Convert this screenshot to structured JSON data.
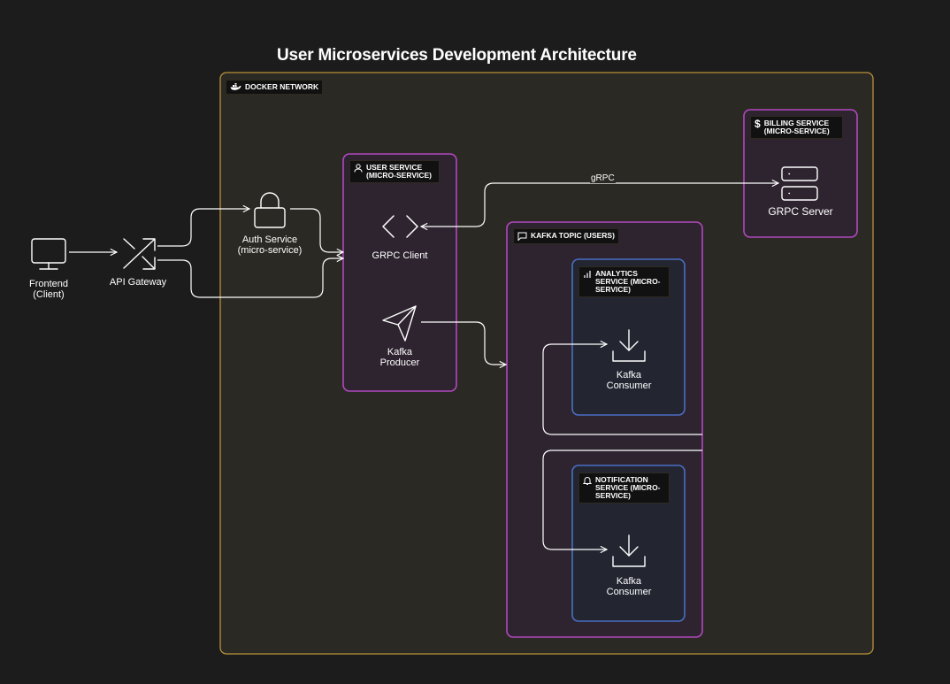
{
  "title": "User Microservices Development Architecture",
  "groups": {
    "docker_network": "DOCKER NETWORK",
    "user_service": "USER SERVICE (MICRO-SERVICE)",
    "billing_service": "BILLING SERVICE (MICRO-SERVICE)",
    "kafka_topic": "KAFKA TOPIC (USERS)",
    "analytics_service": "ANALYTICS SERVICE (MICRO-SERVICE)",
    "notification_service": "NOTIFICATION SERVICE (MICRO-SERVICE)"
  },
  "nodes": {
    "frontend": "Frontend (Client)",
    "api_gateway": "API Gateway",
    "auth_service": "Auth Service (micro-service)",
    "grpc_client": "GRPC Client",
    "kafka_producer": "Kafka Producer",
    "grpc_server": "GRPC Server",
    "analytics_consumer": "Kafka Consumer",
    "notification_consumer": "Kafka Consumer"
  },
  "edges": {
    "grpc": "gRPC"
  },
  "colors": {
    "background": "#1c1c1c",
    "docker_border": "#b8923a",
    "docker_fill": "#2b2923",
    "service_border": "#b148c0",
    "service_fill": "#2e2430",
    "consumer_border": "#4a6ec4",
    "consumer_fill": "#232631",
    "line": "#ffffff"
  },
  "icons": {
    "frontend": "monitor-icon",
    "api_gateway": "shuffle-icon",
    "auth_service": "lock-icon",
    "grpc_client": "code-brackets-icon",
    "kafka_producer": "send-icon",
    "grpc_server": "server-icon",
    "consumer": "download-icon"
  }
}
